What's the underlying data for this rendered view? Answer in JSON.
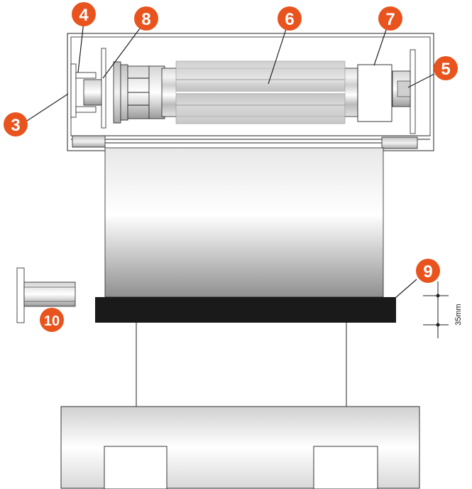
{
  "callouts": {
    "c3": "3",
    "c4": "4",
    "c5": "5",
    "c6": "6",
    "c7": "7",
    "c8": "8",
    "c9": "9",
    "c10": "10"
  },
  "dimension": {
    "label": "35mm"
  },
  "colors": {
    "callout_fill": "#e8531e",
    "outline": "#222222",
    "bottom_bar": "#1a1a1a",
    "tube_light": "#e6e6e6",
    "tube_mid": "#bdbdbd"
  }
}
